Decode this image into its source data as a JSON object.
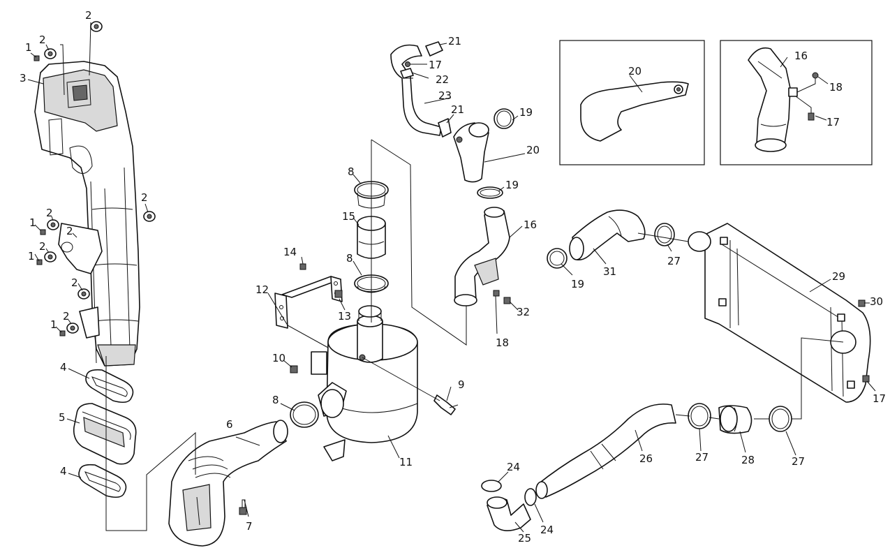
{
  "diagram": {
    "callouts": [
      {
        "id": "c2a",
        "text": "2"
      },
      {
        "id": "c1a",
        "text": "1"
      },
      {
        "id": "c2b",
        "text": "2"
      },
      {
        "id": "c3",
        "text": "3"
      },
      {
        "id": "c2c",
        "text": "2"
      },
      {
        "id": "c1b",
        "text": "1"
      },
      {
        "id": "c2d",
        "text": "2"
      },
      {
        "id": "c2e",
        "text": "2"
      },
      {
        "id": "c1c",
        "text": "1"
      },
      {
        "id": "c2f",
        "text": "2"
      },
      {
        "id": "c2g",
        "text": "2"
      },
      {
        "id": "c2h",
        "text": "2"
      },
      {
        "id": "c1d",
        "text": "1"
      },
      {
        "id": "c2i",
        "text": "2"
      },
      {
        "id": "c4a",
        "text": "4"
      },
      {
        "id": "c5",
        "text": "5"
      },
      {
        "id": "c4b",
        "text": "4"
      },
      {
        "id": "c6",
        "text": "6"
      },
      {
        "id": "c7",
        "text": "7"
      },
      {
        "id": "c8a",
        "text": "8"
      },
      {
        "id": "c15",
        "text": "15"
      },
      {
        "id": "c8b",
        "text": "8"
      },
      {
        "id": "c14",
        "text": "14"
      },
      {
        "id": "c12",
        "text": "12"
      },
      {
        "id": "c13",
        "text": "13"
      },
      {
        "id": "c10",
        "text": "10"
      },
      {
        "id": "c8c",
        "text": "8"
      },
      {
        "id": "c9",
        "text": "9"
      },
      {
        "id": "c11",
        "text": "11"
      },
      {
        "id": "c21a",
        "text": "21"
      },
      {
        "id": "c17a",
        "text": "17"
      },
      {
        "id": "c22",
        "text": "22"
      },
      {
        "id": "c23",
        "text": "23"
      },
      {
        "id": "c21b",
        "text": "21"
      },
      {
        "id": "c19a",
        "text": "19"
      },
      {
        "id": "c20a",
        "text": "20"
      },
      {
        "id": "c19b",
        "text": "19"
      },
      {
        "id": "c16a",
        "text": "16"
      },
      {
        "id": "c32",
        "text": "32"
      },
      {
        "id": "c18a",
        "text": "18"
      },
      {
        "id": "c20b",
        "text": "20"
      },
      {
        "id": "c16b",
        "text": "16"
      },
      {
        "id": "c18b",
        "text": "18"
      },
      {
        "id": "c17b",
        "text": "17"
      },
      {
        "id": "c19c",
        "text": "19"
      },
      {
        "id": "c31",
        "text": "31"
      },
      {
        "id": "c27a",
        "text": "27"
      },
      {
        "id": "c29",
        "text": "29"
      },
      {
        "id": "c30",
        "text": "30"
      },
      {
        "id": "c17c",
        "text": "17"
      },
      {
        "id": "c26",
        "text": "26"
      },
      {
        "id": "c27b",
        "text": "27"
      },
      {
        "id": "c28",
        "text": "28"
      },
      {
        "id": "c27c",
        "text": "27"
      },
      {
        "id": "c24a",
        "text": "24"
      },
      {
        "id": "c24b",
        "text": "24"
      },
      {
        "id": "c25",
        "text": "25"
      }
    ]
  }
}
